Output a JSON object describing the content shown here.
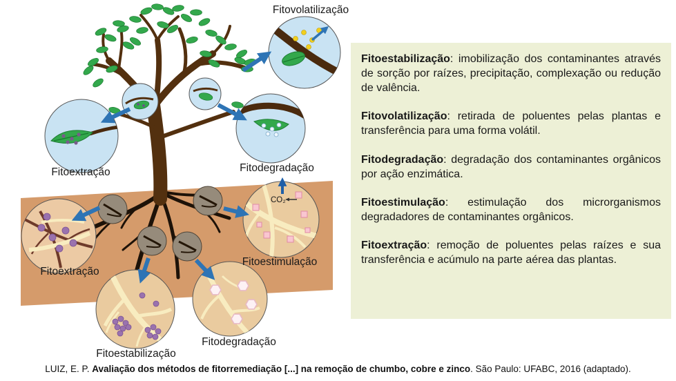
{
  "diagram": {
    "labels": {
      "fitovolatilizacao": "Fitovolatilização",
      "fitoextracao_folha": "Fitoextração",
      "fitodegradacao_folha": "Fitodegradação",
      "fitoestimulacao": "Fitoestimulação",
      "fitoextracao_raiz": "Fitoextração",
      "fitoestabilizacao": "Fitoestabilização",
      "fitodegradacao_raiz": "Fitodegradação",
      "co2": "CO₂"
    }
  },
  "definitions": {
    "items": [
      {
        "term": "Fitoestabilização",
        "text": ": imobilização dos contaminantes através de sorção por raízes, precipitação, complexação ou redução de valência."
      },
      {
        "term": "Fitovolatilização",
        "text": ": retirada de poluentes pelas plantas e transferência para uma forma volátil."
      },
      {
        "term": "Fitodegradação",
        "text": ": degradação dos contaminantes orgânicos por ação enzimática."
      },
      {
        "term": "Fitoestimulação",
        "text": ": estimulação dos microrganismos degradadores de contaminantes orgânicos."
      },
      {
        "term": "Fitoextração",
        "text": ": remoção de poluentes pelas raízes e sua transferência e acúmulo na parte aérea das plantas."
      }
    ]
  },
  "citation": {
    "prefix": "LUIZ, E. P. ",
    "title": "Avaliação dos métodos de fitorremediação [...] na remoção de chumbo, cobre e zinco",
    "suffix": ". São Paulo: UFABC, 2016 (adaptado)."
  },
  "colors": {
    "panel_bg": "#edf0d6",
    "soil": "#d59b6b",
    "callout_blue": "#c9e3f3",
    "callout_tan": "#eacb9f",
    "arrow_blue": "#2e74b5",
    "leaf_green": "#33a84c",
    "trunk_brown": "#53300f"
  }
}
